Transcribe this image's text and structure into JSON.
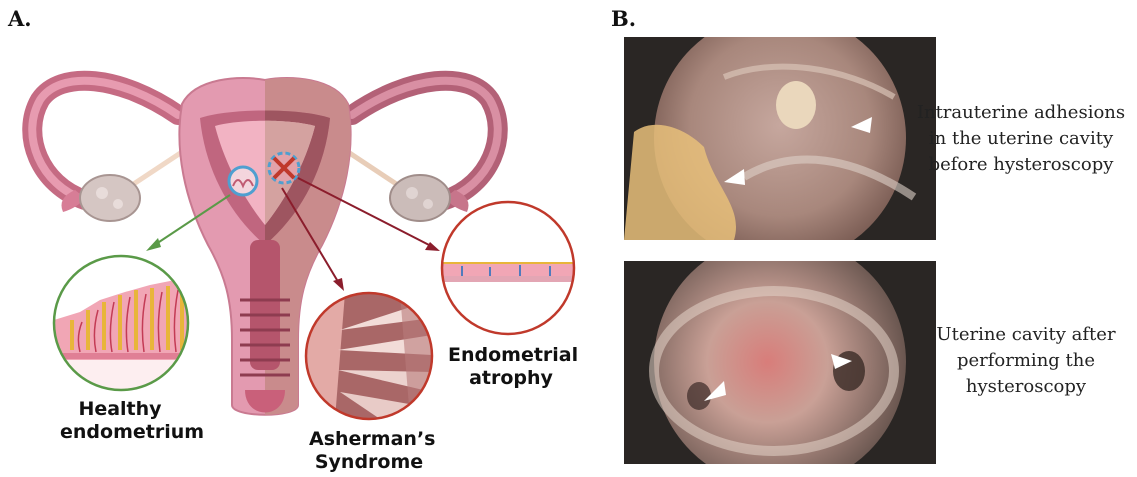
{
  "panel_a": {
    "label": "A.",
    "callouts": {
      "healthy": [
        "Healthy",
        "endometrium"
      ],
      "asherman": [
        "Asherman’s",
        "Syndrome"
      ],
      "atrophy": [
        "Endometrial",
        "atrophy"
      ]
    }
  },
  "panel_b": {
    "label": "B.",
    "photos": [
      {
        "caption": [
          "Intrauterine adhesions",
          "in the uterine cavity",
          "before hysteroscopy"
        ]
      },
      {
        "caption": [
          "Uterine cavity after",
          "performing the",
          "hysteroscopy"
        ]
      }
    ]
  },
  "colors": {
    "healthy_ring": "#5a9a48",
    "pathology_ring": "#c0392b",
    "uterus_outer": "#d98ca2",
    "uterus_shade": "#b9707f"
  }
}
